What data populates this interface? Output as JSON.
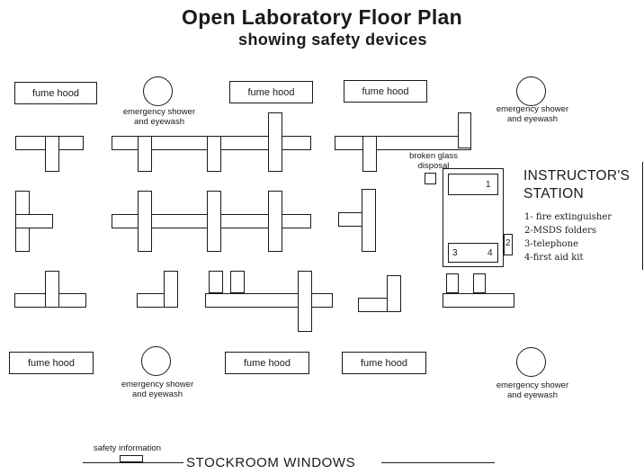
{
  "header": {
    "title": "Open Laboratory Floor Plan",
    "subtitle": "showing safety devices"
  },
  "fume_hood_label": "fume hood",
  "shower_label_line1": "emergency shower",
  "shower_label_line2": "and eyewash",
  "broken_glass": {
    "line1": "broken glass",
    "line2": "disposal"
  },
  "instructor": {
    "title_line1": "INSTRUCTOR'S",
    "title_line2": "STATION",
    "legend": [
      "1- fire extinguisher",
      "2-MSDS folders",
      "3-telephone",
      "4-first aid kit"
    ],
    "numbers": [
      "1",
      "2",
      "3",
      "4"
    ]
  },
  "bottom": {
    "safety_info": "safety information",
    "stockroom": "STOCKROOM WINDOWS"
  }
}
